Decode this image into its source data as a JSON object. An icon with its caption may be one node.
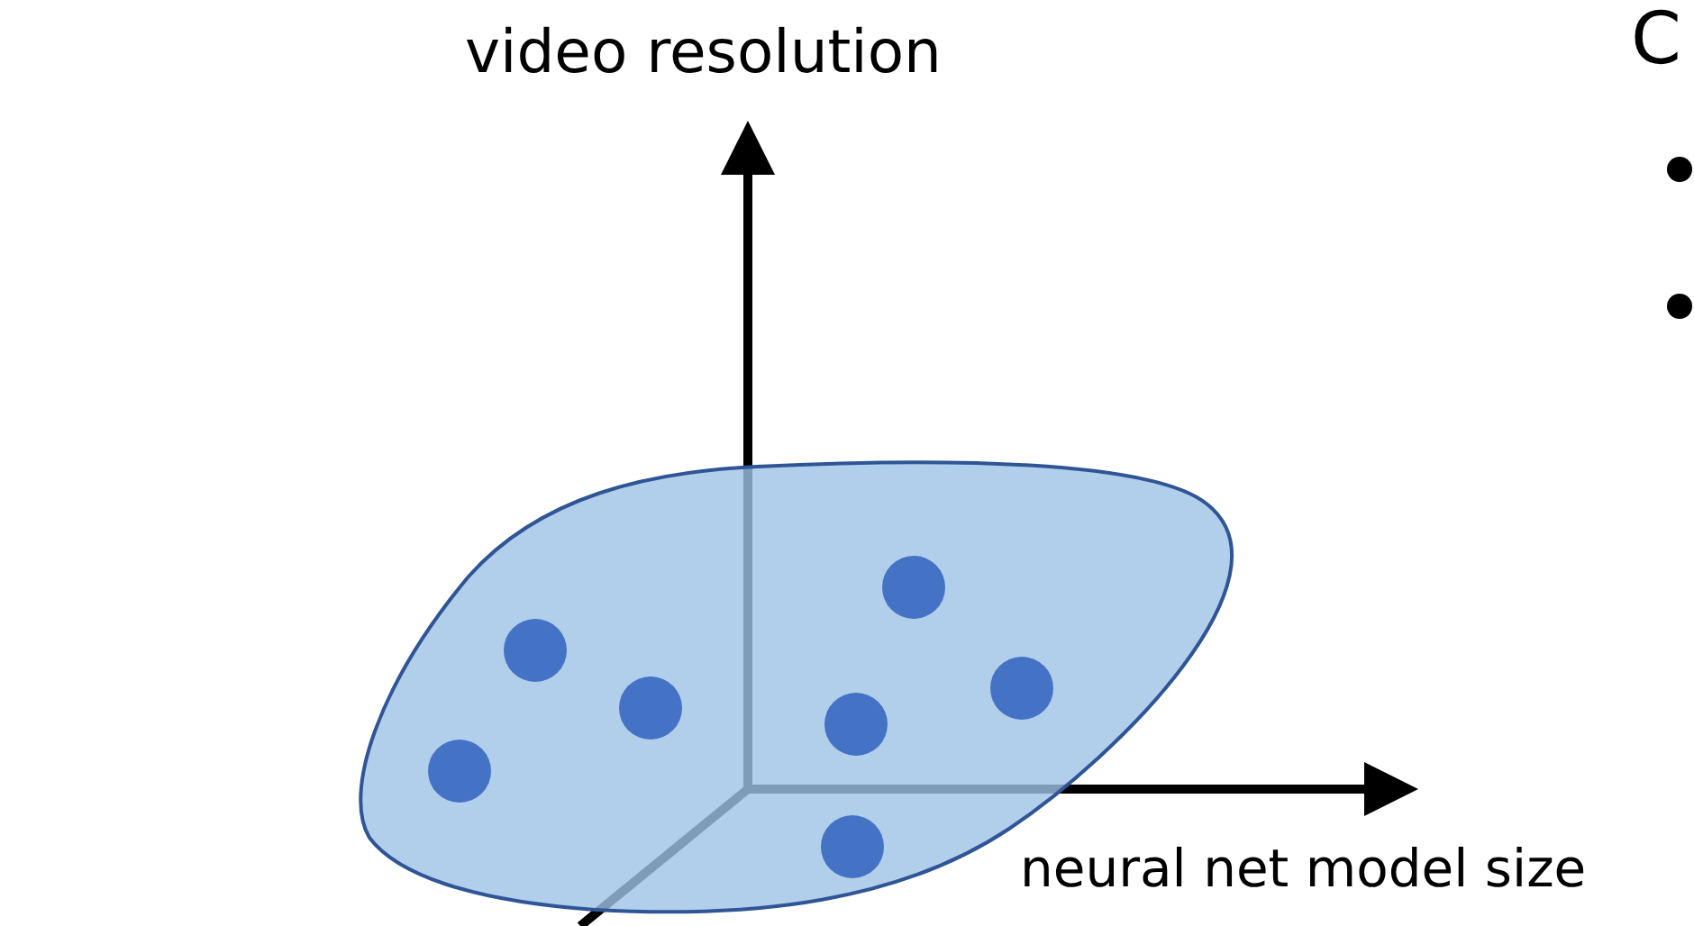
{
  "diagram": {
    "labels": [
      "video resolution",
      "neural net model size",
      "C"
    ]
  }
}
